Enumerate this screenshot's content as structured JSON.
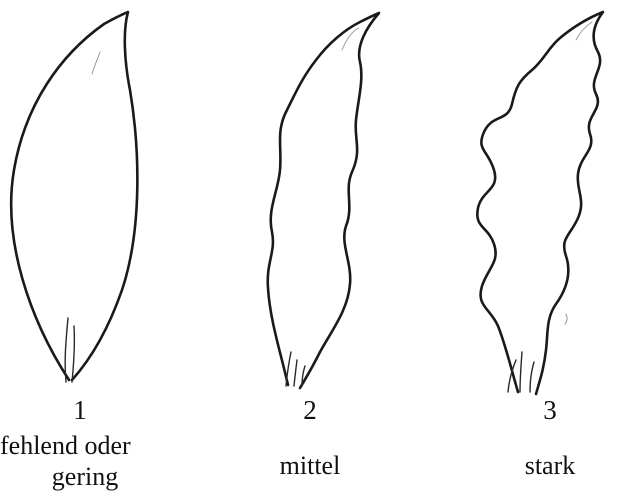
{
  "figure": {
    "items": [
      {
        "number": "1",
        "caption_line1": "fehlend oder",
        "caption_line2": "gering"
      },
      {
        "number": "2",
        "caption_line1": "mittel",
        "caption_line2": ""
      },
      {
        "number": "3",
        "caption_line1": "stark",
        "caption_line2": ""
      }
    ],
    "stroke_color": "#1a1a1a",
    "background_color": "#ffffff"
  }
}
